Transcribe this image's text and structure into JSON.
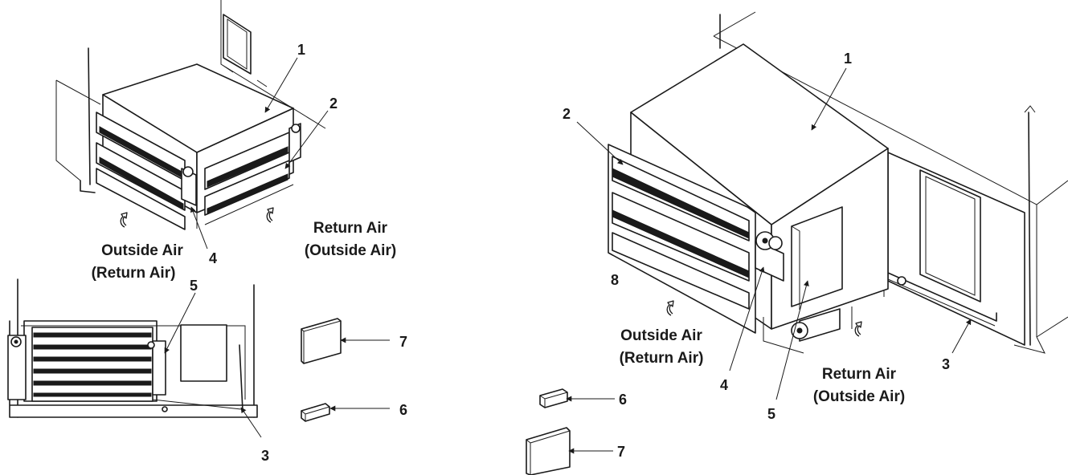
{
  "left_figure": {
    "callouts": {
      "c1": "1",
      "c2": "2",
      "c3": "3",
      "c4": "4",
      "c5": "5",
      "c6": "6",
      "c7": "7"
    },
    "airflow": {
      "outside_air": "Outside Air",
      "outside_air_alt": "(Return Air)",
      "return_air": "Return Air",
      "return_air_alt": "(Outside Air)"
    }
  },
  "right_figure": {
    "callouts": {
      "c1": "1",
      "c2": "2",
      "c3": "3",
      "c4": "4",
      "c5": "5",
      "c6": "6",
      "c7": "7",
      "c8": "8"
    },
    "airflow": {
      "outside_air": "Outside Air",
      "outside_air_alt": "(Return Air)",
      "return_air": "Return Air",
      "return_air_alt": "(Outside Air)"
    }
  },
  "colors": {
    "line": "#1a1a1a",
    "background": "#ffffff"
  }
}
